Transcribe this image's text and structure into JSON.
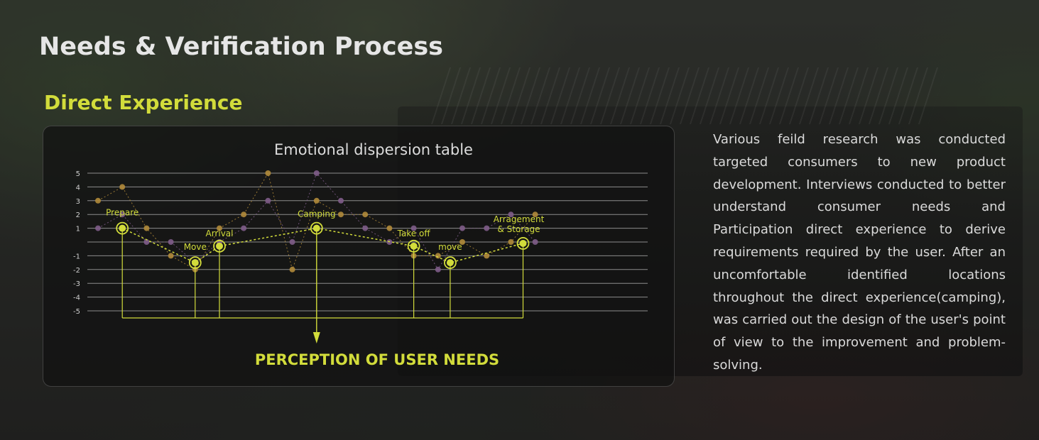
{
  "page_title": "Needs & Verification Process",
  "section_title": "Direct Experience",
  "description": "Various feild research was conducted targeted consumers to new product development. Interviews conducted to better understand consumer needs and Participation direct experience to derive requirements required by the user. After an uncomfortable identified locations throughout the direct experience(camping), was carried out the design of the user's point of view to the improvement and problem-solving.",
  "colors": {
    "accent": "#d2dc3b",
    "text": "#dadada",
    "secondary_dots_orange": "#b08a3a",
    "secondary_dots_purple": "#7e5c88"
  },
  "chart_data": {
    "type": "line",
    "title": "Emotional dispersion table",
    "footer_label": "PERCEPTION OF USER NEEDS",
    "yticks": [
      "5",
      "4",
      "3",
      "2",
      "1",
      "-1",
      "-2",
      "-3",
      "-4",
      "-5"
    ],
    "ylim": [
      -5,
      5
    ],
    "grid": true,
    "series": [
      {
        "role": "primary",
        "color": "#d2dc3b",
        "points": [
          {
            "x": 1,
            "y": 1,
            "label": "Prepare"
          },
          {
            "x": 4,
            "y": -1.5,
            "label": "Move"
          },
          {
            "x": 5,
            "y": -0.3,
            "label": "Arrival"
          },
          {
            "x": 9,
            "y": 1,
            "label": "Camping"
          },
          {
            "x": 13,
            "y": -0.3,
            "label": "Take off"
          },
          {
            "x": 14.5,
            "y": -1.5,
            "label": "move"
          },
          {
            "x": 17.5,
            "y": -0.1,
            "label": [
              "Arragement",
              "& Storage"
            ]
          }
        ]
      },
      {
        "role": "secondary",
        "color": "#b08a3a",
        "points": [
          {
            "x": 0,
            "y": 3
          },
          {
            "x": 1,
            "y": 4
          },
          {
            "x": 2,
            "y": 1
          },
          {
            "x": 3,
            "y": -1
          },
          {
            "x": 4,
            "y": -2
          },
          {
            "x": 5,
            "y": 1
          },
          {
            "x": 6,
            "y": 2
          },
          {
            "x": 7,
            "y": 5
          },
          {
            "x": 8,
            "y": -2
          },
          {
            "x": 9,
            "y": 3
          },
          {
            "x": 10,
            "y": 2
          },
          {
            "x": 11,
            "y": 2
          },
          {
            "x": 12,
            "y": 1
          },
          {
            "x": 13,
            "y": -1
          },
          {
            "x": 14,
            "y": -1
          },
          {
            "x": 15,
            "y": 0
          },
          {
            "x": 16,
            "y": -1
          },
          {
            "x": 17,
            "y": 0
          },
          {
            "x": 18,
            "y": 2
          }
        ]
      },
      {
        "role": "secondary",
        "color": "#7e5c88",
        "points": [
          {
            "x": 0,
            "y": 1
          },
          {
            "x": 1,
            "y": 2
          },
          {
            "x": 2,
            "y": 0
          },
          {
            "x": 3,
            "y": 0
          },
          {
            "x": 4,
            "y": -1.5
          },
          {
            "x": 5,
            "y": 0
          },
          {
            "x": 6,
            "y": 1
          },
          {
            "x": 7,
            "y": 3
          },
          {
            "x": 8,
            "y": 0
          },
          {
            "x": 9,
            "y": 5
          },
          {
            "x": 10,
            "y": 3
          },
          {
            "x": 11,
            "y": 1
          },
          {
            "x": 12,
            "y": 0
          },
          {
            "x": 13,
            "y": 1
          },
          {
            "x": 14,
            "y": -2
          },
          {
            "x": 15,
            "y": 1
          },
          {
            "x": 16,
            "y": 1
          },
          {
            "x": 17,
            "y": 2
          },
          {
            "x": 18,
            "y": 0
          }
        ]
      }
    ]
  }
}
